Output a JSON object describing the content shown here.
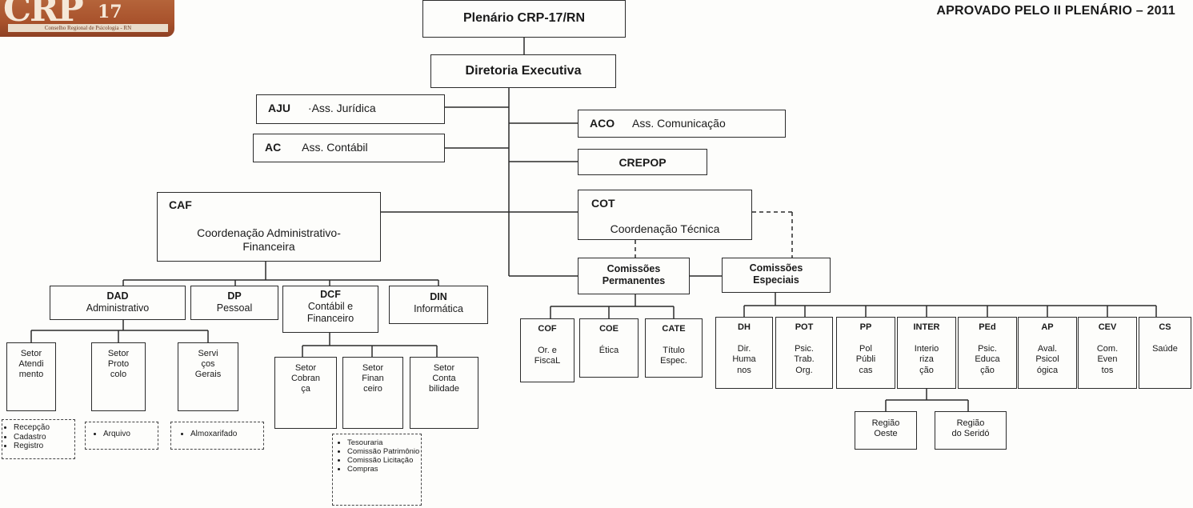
{
  "header": {
    "approval": "APROVADO PELO II PLENÁRIO – 2011"
  },
  "logo": {
    "mark": "CRP",
    "number": "17",
    "subtitle": "Conselho Regional de Psicologia - RN"
  },
  "top": {
    "plenario": "Plenário CRP-17/RN",
    "diretoria": "Diretoria Executiva"
  },
  "assessorias": {
    "aju": {
      "code": "AJU",
      "name": "·Ass. Jurídica"
    },
    "ac": {
      "code": "AC",
      "name": "Ass. Contábil"
    },
    "aco": {
      "code": "ACO",
      "name": "Ass. Comunicação"
    },
    "crepop": "CREPOP"
  },
  "caf": {
    "code": "CAF",
    "name_line1": "Coordenação Administrativo-",
    "name_line2": "Financeira",
    "units": [
      {
        "code": "DAD",
        "name": "Administrativo"
      },
      {
        "code": "DP",
        "name": "Pessoal"
      },
      {
        "code": "DCF",
        "name_line1": "Contábil e",
        "name_line2": "Financeiro"
      },
      {
        "code": "DIN",
        "name": "Informática"
      }
    ],
    "dad_setores": [
      {
        "lines": [
          "Setor",
          "Atendi",
          "mento"
        ]
      },
      {
        "lines": [
          "Setor",
          "Proto",
          "colo"
        ]
      },
      {
        "lines": [
          "Servi",
          "ços",
          "Gerais"
        ]
      }
    ],
    "dcf_setores": [
      {
        "lines": [
          "Setor",
          "Cobran",
          "ça"
        ]
      },
      {
        "lines": [
          "Setor",
          "Finan",
          "ceiro"
        ]
      },
      {
        "lines": [
          "Setor",
          "Conta",
          "bilidade"
        ]
      }
    ],
    "lists": {
      "atendimento": [
        "Recepção",
        "Cadastro",
        "Registro"
      ],
      "protocolo": [
        "Arquivo"
      ],
      "servicos": [
        "Almoxarifado"
      ],
      "financeiro": [
        "Tesouraria",
        "Comissão Patrimônio",
        "Comissão Licitação",
        "Compras"
      ]
    }
  },
  "cot": {
    "code": "COT",
    "name": "Coordenação Técnica",
    "permanentes_line1": "Comissões",
    "permanentes_line2": "Permanentes",
    "especiais_line1": "Comissões",
    "especiais_line2": "Especiais",
    "permanentes": [
      {
        "code": "COF",
        "lines": [
          "Or. e",
          "FiscaL"
        ]
      },
      {
        "code": "COE",
        "lines": [
          "Ética"
        ]
      },
      {
        "code": "CATE",
        "lines": [
          "Título",
          "Espec."
        ]
      }
    ],
    "especiais": [
      {
        "code": "DH",
        "lines": [
          "Dir.",
          "Huma",
          "nos"
        ]
      },
      {
        "code": "POT",
        "lines": [
          "Psic.",
          "Trab.",
          "Org."
        ]
      },
      {
        "code": "PP",
        "lines": [
          "Pol",
          "Públi",
          "cas"
        ]
      },
      {
        "code": "INTER",
        "lines": [
          "Interio",
          "riza",
          "ção"
        ]
      },
      {
        "code": "PEd",
        "lines": [
          "Psic.",
          "Educa",
          "ção"
        ]
      },
      {
        "code": "AP",
        "lines": [
          "Aval.",
          "Psicol",
          "ógica"
        ]
      },
      {
        "code": "CEV",
        "lines": [
          "Com.",
          "Even",
          "tos"
        ]
      },
      {
        "code": "CS",
        "lines": [
          "Saúde"
        ]
      }
    ],
    "regioes": [
      {
        "lines": [
          "Região",
          "Oeste"
        ]
      },
      {
        "lines": [
          "Região",
          "do Seridó"
        ]
      }
    ]
  }
}
